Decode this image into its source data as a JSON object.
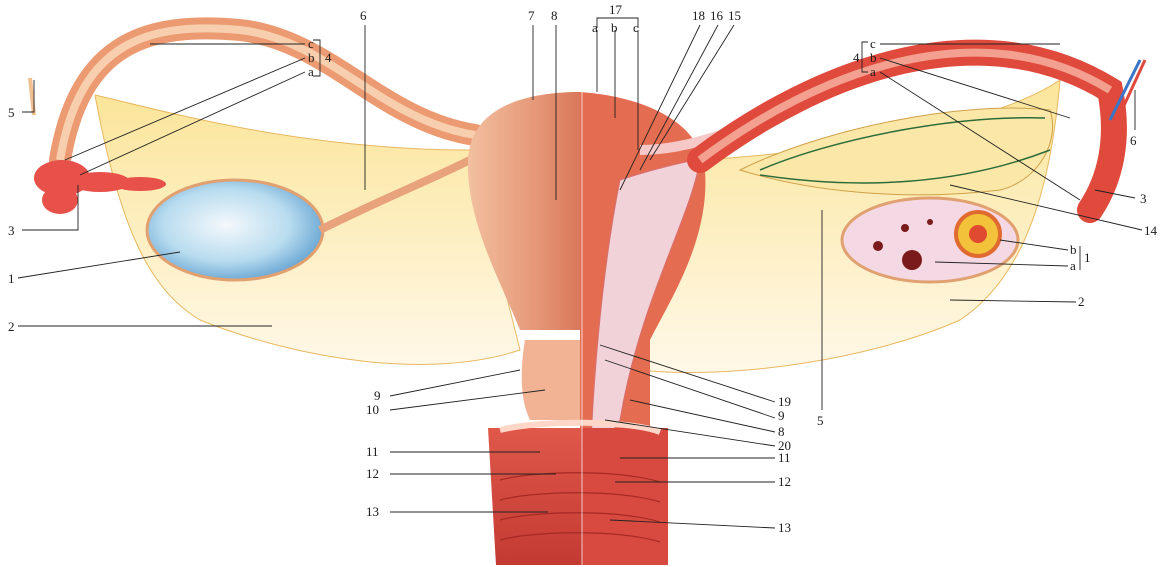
{
  "labels": {
    "l_5": "5",
    "l_3": "3",
    "l_1": "1",
    "l_2": "2",
    "l_4c": "c",
    "l_4b": "b",
    "l_4a": "a",
    "l_4": "4",
    "l_6": "6",
    "l_7": "7",
    "l_8": "8",
    "l_9": "9",
    "l_10": "10",
    "l_11": "11",
    "l_12": "12",
    "l_13": "13",
    "l_17": "17",
    "l_17a": "a",
    "l_17b": "b",
    "l_17c": "c",
    "l_18": "18",
    "l_16": "16",
    "l_15": "15",
    "r_4": "4",
    "r_4c": "c",
    "r_4b": "b",
    "r_4a": "a",
    "r_6": "6",
    "r_3": "3",
    "r_14": "14",
    "r_1b": "b",
    "r_1a": "a",
    "r_1": "1",
    "r_2": "2",
    "r_5": "5",
    "r_19": "19",
    "r_9": "9",
    "r_8": "8",
    "r_20": "20",
    "r_11": "11",
    "r_12": "12",
    "r_13": "13"
  }
}
